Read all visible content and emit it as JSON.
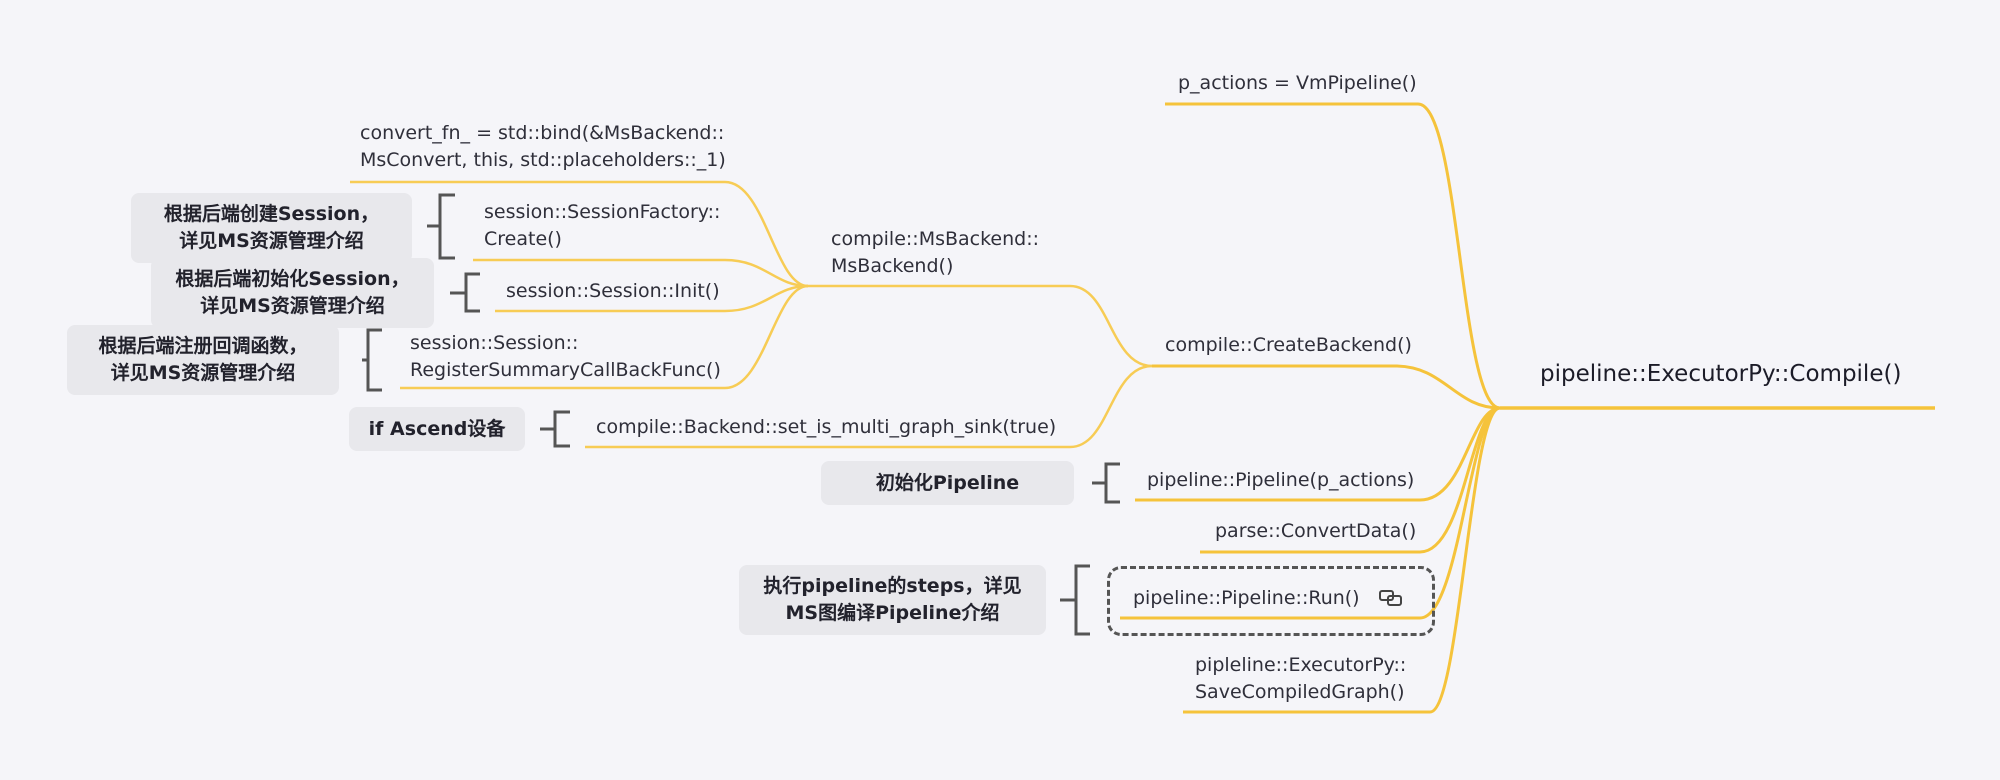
{
  "root": {
    "label": "pipeline::ExecutorPy::Compile()"
  },
  "branches": {
    "p_actions": "p_actions = VmPipeline()",
    "create_backend": "compile::CreateBackend()",
    "ms_backend": [
      "compile::MsBackend::",
      "MsBackend()"
    ],
    "convert_fn": [
      "convert_fn_ = std::bind(&MsBackend::",
      "MsConvert, this, std::placeholders::_1)"
    ],
    "session_factory": [
      "session::SessionFactory::",
      "Create()"
    ],
    "session_init": "session::Session::Init()",
    "register_summary": [
      "session::Session::",
      "RegisterSummaryCallBackFunc()"
    ],
    "set_multi_graph": "compile::Backend::set_is_multi_graph_sink(true)",
    "pipeline_ctor": "pipeline::Pipeline(p_actions)",
    "convert_data": "parse::ConvertData()",
    "pipeline_run": "pipeline::Pipeline::Run()",
    "save_graph": [
      "pipleline::ExecutorPy::",
      "SaveCompiledGraph()"
    ]
  },
  "notes": {
    "create_session": [
      "根据后端创建Session，",
      "详见MS资源管理介绍"
    ],
    "init_session": [
      "根据后端初始化Session，",
      "详见MS资源管理介绍"
    ],
    "register_callback": [
      "根据后端注册回调函数，",
      "详见MS资源管理介绍"
    ],
    "if_ascend": "if Ascend设备",
    "init_pipeline": "初始化Pipeline",
    "run_steps": [
      "执行pipeline的steps，详见",
      "MS图编译Pipeline介绍"
    ]
  },
  "colors": {
    "background": "#f5f5f9",
    "root_line": "#f5c33b",
    "branch_line": "#f7cc55",
    "bracket": "#555555",
    "note_bg": "#e8e8ec"
  },
  "icons": {
    "link": "link-icon"
  }
}
